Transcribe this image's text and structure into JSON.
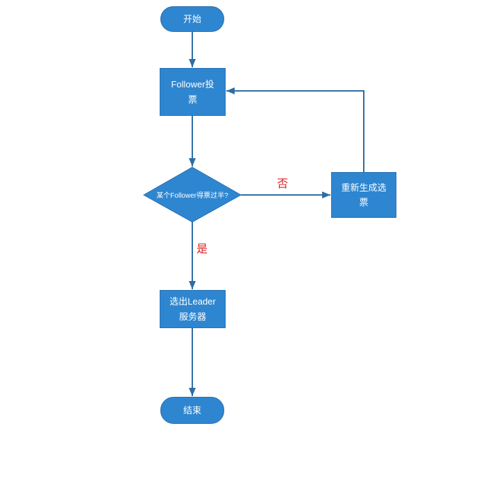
{
  "diagram": {
    "type": "flowchart",
    "background": "#ffffff",
    "colors": {
      "node_fill": "#2E86D0",
      "node_border": "#2B6FAE",
      "connector": "#2E6DA4",
      "node_text": "#ffffff",
      "branch_label_text": "#E01F1F"
    },
    "nodes": {
      "start": {
        "shape": "terminator",
        "label": "开始"
      },
      "follower": {
        "shape": "process",
        "label": "Follower投票"
      },
      "decision": {
        "shape": "decision",
        "label": "某个Follower得票过半?"
      },
      "regenerate": {
        "shape": "process",
        "label": "重新生成选票"
      },
      "elect": {
        "shape": "process",
        "label": "选出Leader服务器"
      },
      "end": {
        "shape": "terminator",
        "label": "结束"
      }
    },
    "edges": {
      "start_to_follower": {
        "from": "start",
        "to": "follower",
        "label": ""
      },
      "follower_to_decision": {
        "from": "follower",
        "to": "decision",
        "label": ""
      },
      "decision_to_regenerate": {
        "from": "decision",
        "to": "regenerate",
        "label": "否"
      },
      "regenerate_to_follower": {
        "from": "regenerate",
        "to": "follower",
        "label": ""
      },
      "decision_to_elect": {
        "from": "decision",
        "to": "elect",
        "label": "是"
      },
      "elect_to_end": {
        "from": "elect",
        "to": "end",
        "label": ""
      }
    }
  }
}
